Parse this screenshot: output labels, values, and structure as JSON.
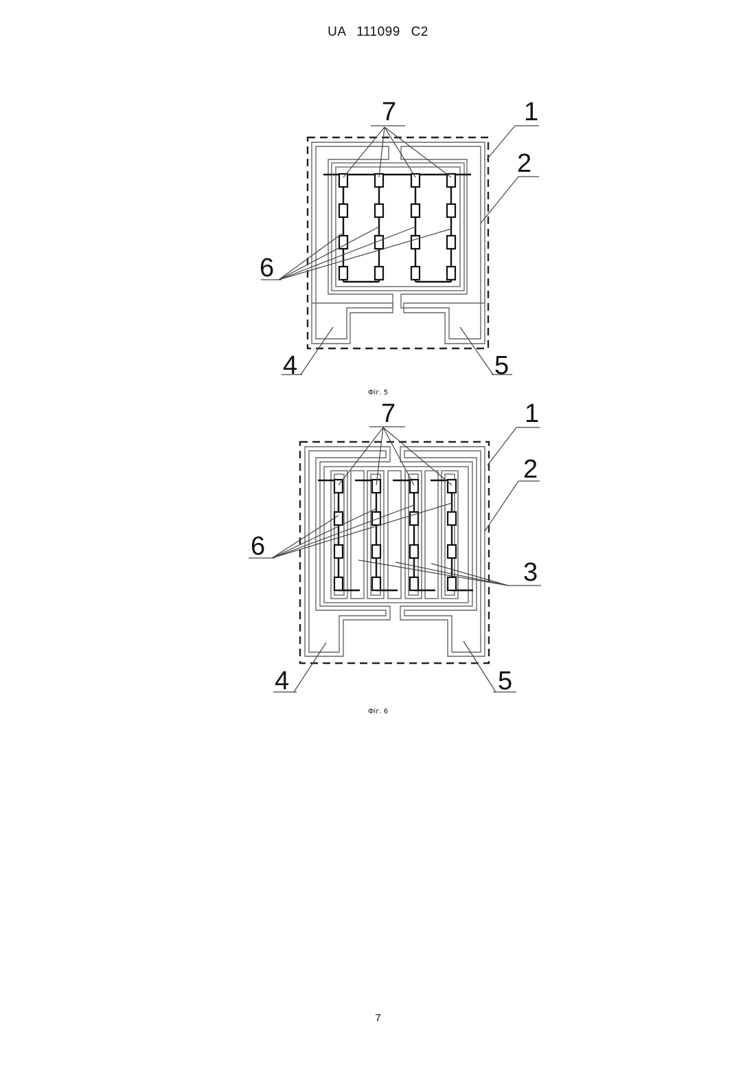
{
  "header": {
    "patent_id": "UA   111099   C2"
  },
  "figure5": {
    "caption": "Фіг. 5",
    "labels": {
      "l1": "1",
      "l2": "2",
      "l4": "4",
      "l5": "5",
      "l6": "6",
      "l7": "7"
    }
  },
  "figure6": {
    "caption": "Фіг. 6",
    "labels": {
      "l1": "1",
      "l2": "2",
      "l3": "3",
      "l4": "4",
      "l5": "5",
      "l6": "6",
      "l7": "7"
    }
  },
  "footer": {
    "page_number": "7"
  }
}
